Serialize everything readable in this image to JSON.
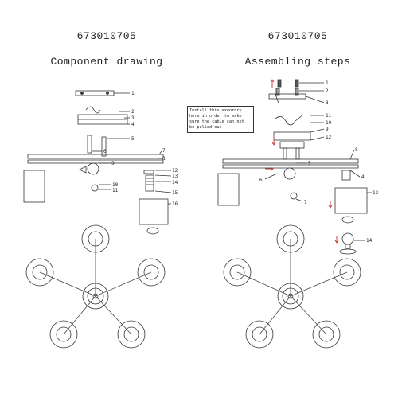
{
  "left_panel": {
    "model_number": "673010705",
    "heading": "Component drawing",
    "callouts": [
      "1",
      "2",
      "3",
      "4",
      "5",
      "6",
      "7",
      "8",
      "9",
      "10",
      "11",
      "12",
      "13",
      "14",
      "15",
      "16"
    ]
  },
  "right_panel": {
    "model_number": "673010705",
    "heading": "Assembling steps",
    "note": "Install this axeorory here in order to make sure the cable can not be pulled out",
    "callouts": [
      "1",
      "2",
      "3",
      "11",
      "10",
      "9",
      "12",
      "8",
      "5",
      "4",
      "6",
      "7",
      "13",
      "14"
    ]
  }
}
